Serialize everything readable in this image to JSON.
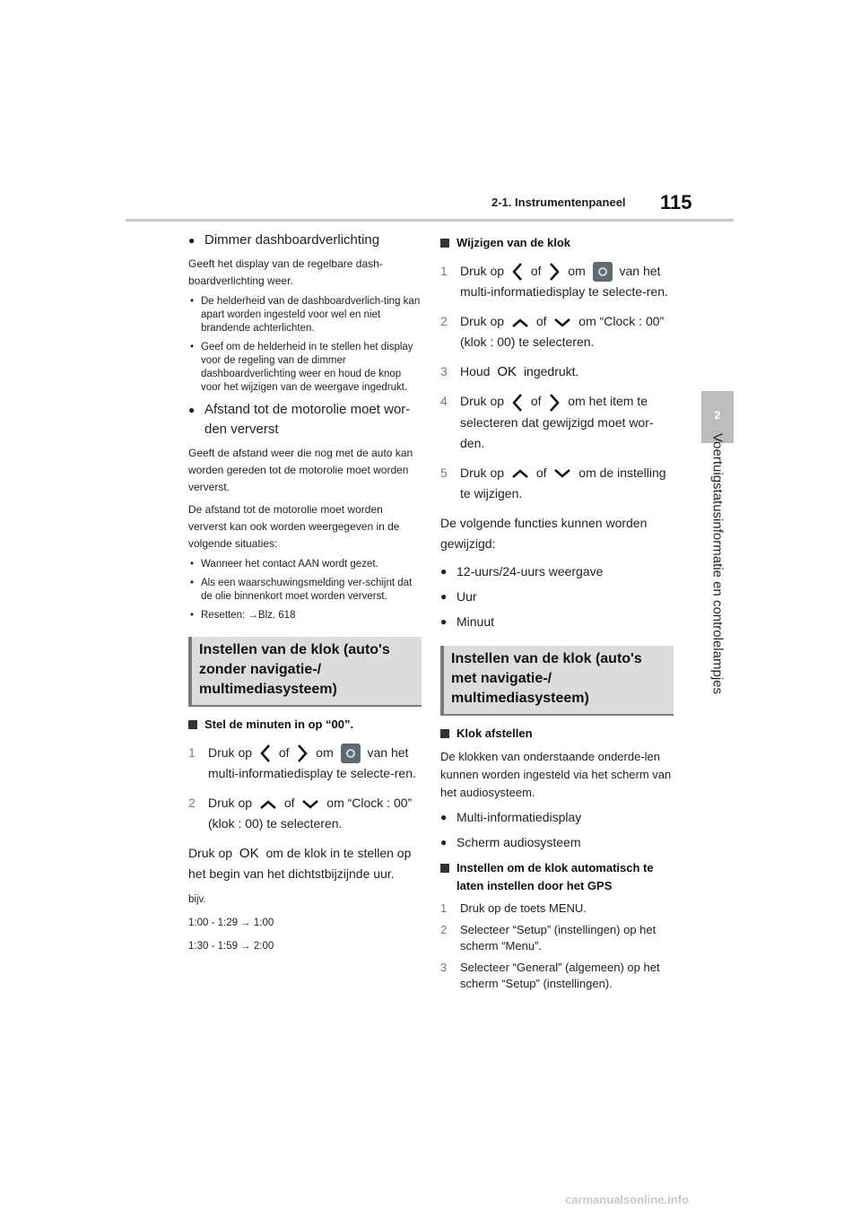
{
  "header": {
    "section": "2-1. Instrumentenpaneel",
    "page_number": "115"
  },
  "side": {
    "tab_number": "2",
    "tab_text": "Voertuigstatusinformatie en controlelampjes"
  },
  "left": {
    "dimmer": {
      "title": "Dimmer dashboardverlichting",
      "desc": "Geeft het display van de regelbare dash-boardverlichting weer.",
      "bullets": [
        "De helderheid van de dashboardverlich-ting kan apart worden ingesteld voor wel en niet brandende achterlichten.",
        "Geef om de helderheid in te stellen het display voor de regeling van de dimmer dashboardverlichting weer en houd de knop voor het wijzigen van de weergave ingedrukt."
      ]
    },
    "oil": {
      "title": "Afstand tot de motorolie moet wor-den ververst",
      "desc1": "Geeft de afstand weer die nog met de auto kan worden gereden tot de motorolie moet worden ververst.",
      "desc2": "De afstand tot de motorolie moet worden ververst kan ook worden weergegeven in de volgende situaties:",
      "bullets": [
        "Wanneer het contact AAN wordt gezet.",
        "Als een waarschuwingsmelding ver-schijnt dat de olie binnenkort moet worden ververst.",
        "Resetten: →Blz. 618"
      ]
    },
    "box_title": "Instellen van de klok (auto's zonder navigatie-/ multimediasysteem)",
    "sub": "Stel de minuten in op “00”.",
    "step1": {
      "num": "1",
      "a": "Druk op",
      "b": "of",
      "c": "om",
      "d": "van het multi-informatiedisplay te selecte-ren."
    },
    "step2": {
      "num": "2",
      "a": "Druk op",
      "b": "of",
      "c": "om “Clock : 00” (klok : 00) te selecteren."
    },
    "para": {
      "a": "Druk op",
      "ok": "OK",
      "b": "om de klok in te stellen op het begin van het dichtstbijzijnde uur."
    },
    "example": {
      "label": "bijv.",
      "row1": "1:00 - 1:29 → 1:00",
      "row2": "1:30 - 1:59 → 2:00"
    }
  },
  "right": {
    "sub1": "Wijzigen van de klok",
    "step1": {
      "num": "1",
      "a": "Druk op",
      "b": "of",
      "c": "om",
      "d": "van het multi-informatiedisplay te selecte-ren."
    },
    "step2": {
      "num": "2",
      "a": "Druk op",
      "b": "of",
      "c": "om “Clock : 00” (klok : 00) te selecteren."
    },
    "step3": {
      "num": "3",
      "a": "Houd",
      "ok": "OK",
      "b": "ingedrukt."
    },
    "step4": {
      "num": "4",
      "a": "Druk op",
      "b": "of",
      "c": "om het item te selecteren dat gewijzigd moet wor-den."
    },
    "step5": {
      "num": "5",
      "a": "Druk op",
      "b": "of",
      "c": "om de instelling te wijzigen."
    },
    "para": "De volgende functies kunnen worden gewijzigd:",
    "functions": [
      "12-uurs/24-uurs weergave",
      "Uur",
      "Minuut"
    ],
    "box_title": "Instellen van de klok (auto's met navigatie-/ multimediasysteem)",
    "sub2": "Klok afstellen",
    "para2": "De klokken van onderstaande onderde-len kunnen worden ingesteld via het scherm van het audiosysteem.",
    "items": [
      "Multi-informatiedisplay",
      "Scherm audiosysteem"
    ],
    "sub3": "Instellen om de klok automatisch te laten instellen door het GPS",
    "gps_steps": [
      {
        "num": "1",
        "text": "Druk op de toets MENU."
      },
      {
        "num": "2",
        "text": "Selecteer “Setup” (instellingen) op het scherm “Menu”."
      },
      {
        "num": "3",
        "text": "Selecteer “General” (algemeen) op het scherm “Setup” (instellingen)."
      }
    ]
  },
  "watermark": "carmanualsonline.info",
  "icons": {
    "left": "chevron-left-icon",
    "right": "chevron-right-icon",
    "up": "chevron-up-icon",
    "down": "chevron-down-icon",
    "settings": "settings-gear-icon"
  }
}
